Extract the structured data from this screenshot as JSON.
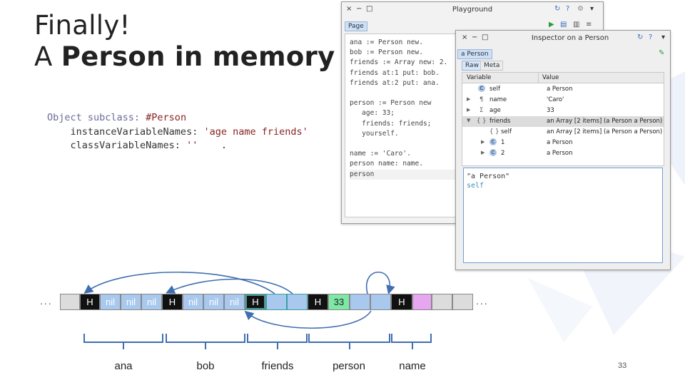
{
  "title": {
    "line1": "Finally!",
    "line2_prefix": "A",
    "line2_bold": "Person in memory"
  },
  "code": {
    "line1_a": "Object subclass: ",
    "line1_sym": "#Person",
    "line2_a": "    instanceVariableNames: ",
    "line2_str": "'age name friends'",
    "line3_a": "    classVariableNames: ",
    "line3_str": "''",
    "line3_dot": "    ."
  },
  "playground": {
    "title": "Playground",
    "tab": "Page",
    "controls": [
      "×",
      "−",
      "□"
    ],
    "right_icons": [
      "refresh-icon",
      "help-icon",
      "gear-icon",
      "menu-icon"
    ],
    "toolbar_icons": [
      "run-icon",
      "save-icon",
      "columns-icon",
      "more-icon"
    ],
    "code_lines": [
      "ana := Person new.",
      "bob := Person new.",
      "friends := Array new: 2.",
      "friends at:1 put: bob.",
      "friends at:2 put: ana.",
      "",
      "person := Person new",
      "   age: 33;",
      "   friends: friends;",
      "   yourself.",
      "",
      "name := 'Caro'.",
      "person name: name.",
      "person"
    ]
  },
  "inspector": {
    "title": "Inspector on a Person",
    "tab": "a Person",
    "subtabs": [
      "Raw",
      "Meta"
    ],
    "col_variable": "Variable",
    "col_value": "Value",
    "rows": [
      {
        "arrow": "",
        "badge": "C",
        "name": "self",
        "value": "a Person",
        "indent": 0
      },
      {
        "arrow": "▶",
        "badge": "¶",
        "name": "name",
        "value": "'Caro'",
        "indent": 0
      },
      {
        "arrow": "▶",
        "badge": "Σ",
        "name": "age",
        "value": "33",
        "indent": 0
      },
      {
        "arrow": "▼",
        "badge": "{ }",
        "name": "friends",
        "value": "an Array [2 items] (a Person a Person)",
        "indent": 0
      },
      {
        "arrow": "",
        "badge": "{ }",
        "name": "self",
        "value": "an Array [2 items] (a Person a Person)",
        "indent": 1
      },
      {
        "arrow": "▶",
        "badge": "C",
        "name": "1",
        "value": "a Person",
        "indent": 1
      },
      {
        "arrow": "▶",
        "badge": "C",
        "name": "2",
        "value": "a Person",
        "indent": 1
      }
    ],
    "eval_line1": "\"a Person\"",
    "eval_line2": "self"
  },
  "memory": {
    "left_dots": "...",
    "right_dots": "...",
    "ana_cells": [
      "H",
      "nil",
      "nil",
      "nil"
    ],
    "bob_cells": [
      "H",
      "nil",
      "nil",
      "nil"
    ],
    "friends_cells": [
      "H",
      "",
      ""
    ],
    "person_cells": [
      "H",
      "33",
      "",
      ""
    ],
    "name_cells": [
      "H",
      ""
    ],
    "labels": [
      "ana",
      "bob",
      "friends",
      "person",
      "name"
    ]
  },
  "page_number": "33",
  "colors": {
    "header_cell": "#111111",
    "slot_blue": "#a9c8ee",
    "age_green": "#7ee8a6",
    "name_pink": "#e6a6f0",
    "arrow_blue": "#3f6fb0",
    "bracket_blue": "#3f6fb0"
  }
}
